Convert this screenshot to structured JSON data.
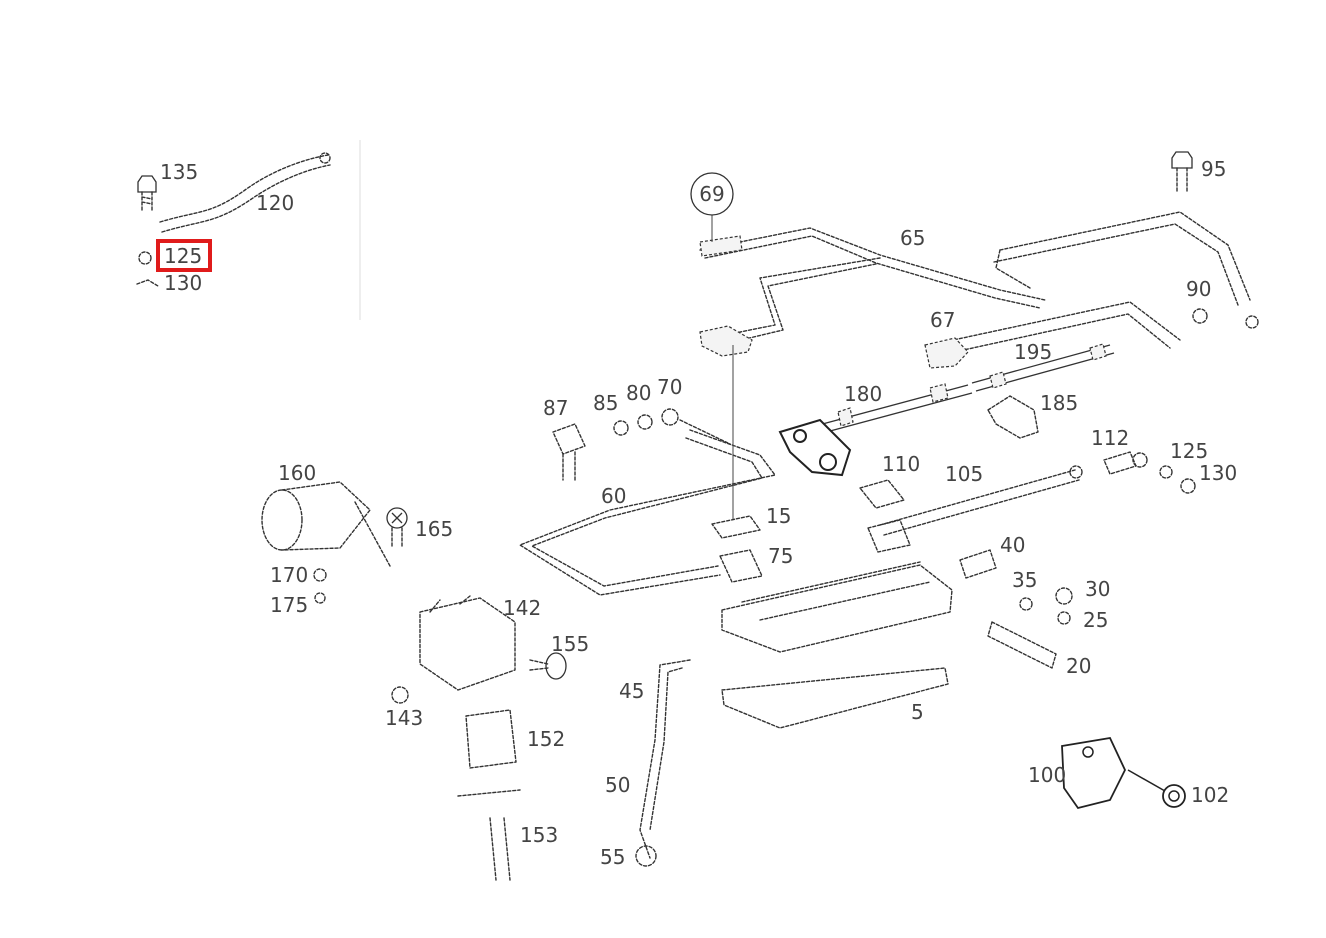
{
  "diagram": {
    "callout_label": "69",
    "highlighted_label": "125",
    "highlight_color": "#e01b1b",
    "labels": [
      {
        "id": "135",
        "text": "135"
      },
      {
        "id": "120",
        "text": "120"
      },
      {
        "id": "125a",
        "text": "125"
      },
      {
        "id": "130a",
        "text": "130"
      },
      {
        "id": "65",
        "text": "65"
      },
      {
        "id": "95",
        "text": "95"
      },
      {
        "id": "90",
        "text": "90"
      },
      {
        "id": "67",
        "text": "67"
      },
      {
        "id": "195",
        "text": "195"
      },
      {
        "id": "180",
        "text": "180"
      },
      {
        "id": "185",
        "text": "185"
      },
      {
        "id": "87",
        "text": "87"
      },
      {
        "id": "85",
        "text": "85"
      },
      {
        "id": "80",
        "text": "80"
      },
      {
        "id": "70",
        "text": "70"
      },
      {
        "id": "112",
        "text": "112"
      },
      {
        "id": "125b",
        "text": "125"
      },
      {
        "id": "130b",
        "text": "130"
      },
      {
        "id": "160",
        "text": "160"
      },
      {
        "id": "110",
        "text": "110"
      },
      {
        "id": "105",
        "text": "105"
      },
      {
        "id": "60",
        "text": "60"
      },
      {
        "id": "165",
        "text": "165"
      },
      {
        "id": "15",
        "text": "15"
      },
      {
        "id": "40",
        "text": "40"
      },
      {
        "id": "75",
        "text": "75"
      },
      {
        "id": "170",
        "text": "170"
      },
      {
        "id": "175",
        "text": "175"
      },
      {
        "id": "35",
        "text": "35"
      },
      {
        "id": "30",
        "text": "30"
      },
      {
        "id": "142",
        "text": "142"
      },
      {
        "id": "25",
        "text": "25"
      },
      {
        "id": "155",
        "text": "155"
      },
      {
        "id": "20",
        "text": "20"
      },
      {
        "id": "45",
        "text": "45"
      },
      {
        "id": "143",
        "text": "143"
      },
      {
        "id": "5",
        "text": "5"
      },
      {
        "id": "152",
        "text": "152"
      },
      {
        "id": "100",
        "text": "100"
      },
      {
        "id": "102",
        "text": "102"
      },
      {
        "id": "50",
        "text": "50"
      },
      {
        "id": "153",
        "text": "153"
      },
      {
        "id": "55",
        "text": "55"
      }
    ]
  }
}
